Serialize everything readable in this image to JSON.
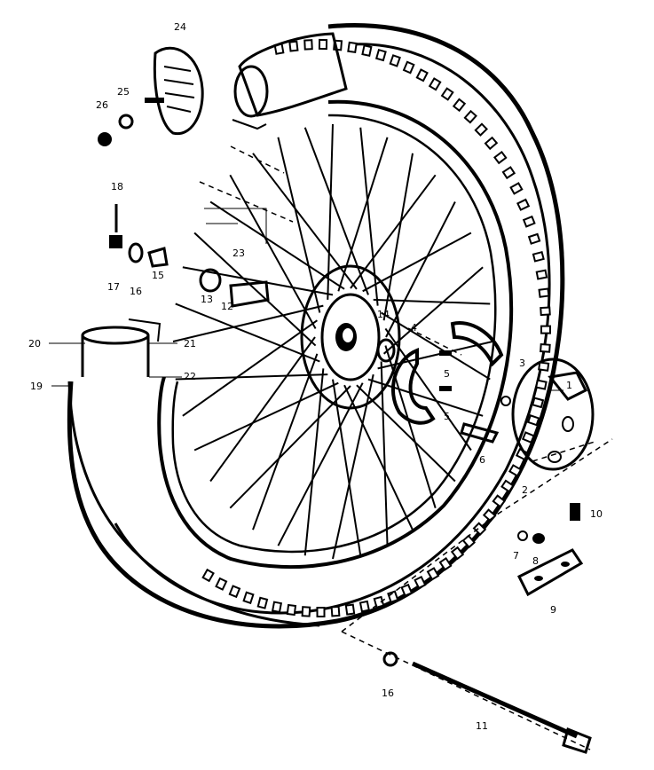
{
  "diagram": {
    "type": "exploded-parts-diagram",
    "subject": "front wheel assembly",
    "colors": {
      "ink": "#000000",
      "background": "#ffffff"
    },
    "callouts": [
      {
        "id": "c1",
        "text": "1"
      },
      {
        "id": "c2",
        "text": "2"
      },
      {
        "id": "c3",
        "text": "3"
      },
      {
        "id": "c4",
        "text": "4"
      },
      {
        "id": "c5a",
        "text": "5"
      },
      {
        "id": "c5b",
        "text": "5"
      },
      {
        "id": "c6",
        "text": "6"
      },
      {
        "id": "c7",
        "text": "7"
      },
      {
        "id": "c8",
        "text": "8"
      },
      {
        "id": "c9",
        "text": "9"
      },
      {
        "id": "c10",
        "text": "10"
      },
      {
        "id": "c11",
        "text": "11"
      },
      {
        "id": "c12",
        "text": "12"
      },
      {
        "id": "c13",
        "text": "13"
      },
      {
        "id": "c14",
        "text": "14"
      },
      {
        "id": "c15",
        "text": "15"
      },
      {
        "id": "c16a",
        "text": "16"
      },
      {
        "id": "c16b",
        "text": "16"
      },
      {
        "id": "c17",
        "text": "17"
      },
      {
        "id": "c18",
        "text": "18"
      },
      {
        "id": "c19",
        "text": "19"
      },
      {
        "id": "c20",
        "text": "20"
      },
      {
        "id": "c21",
        "text": "21"
      },
      {
        "id": "c22",
        "text": "22"
      },
      {
        "id": "c23",
        "text": "23"
      },
      {
        "id": "c24",
        "text": "24"
      },
      {
        "id": "c25",
        "text": "25"
      },
      {
        "id": "c26",
        "text": "26"
      }
    ]
  }
}
